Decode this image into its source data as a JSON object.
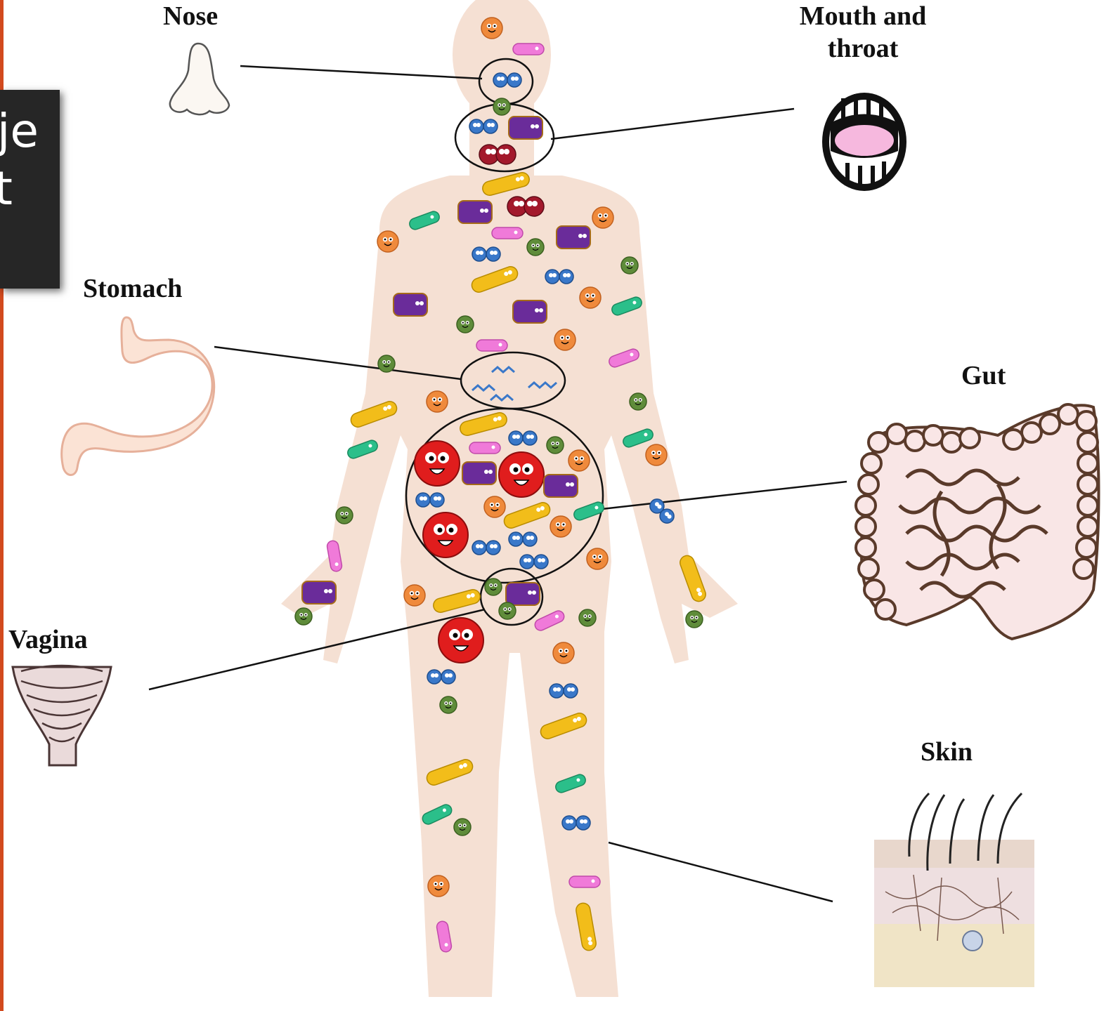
{
  "background_panel": {
    "line1": "je",
    "line2": "t"
  },
  "labels": {
    "nose": "Nose",
    "mouth_line1": "Mouth and",
    "mouth_line2": "throat",
    "stomach": "Stomach",
    "gut": "Gut",
    "vagina": "Vagina",
    "skin": "Skin"
  },
  "colors": {
    "accent_edge": "#d24a1e",
    "panel": "#262626",
    "body_silhouette": "#f5e0d3",
    "microbe_blue": "#3a78c9",
    "microbe_purple": "#6a2c9a",
    "microbe_red": "#e01d1d",
    "microbe_darkred": "#a3192c",
    "microbe_orange": "#ef8a3c",
    "microbe_green": "#5f8c3a",
    "microbe_teal": "#2bbf8a",
    "microbe_yellow": "#f2bd1a",
    "microbe_pink": "#f07ad9"
  }
}
